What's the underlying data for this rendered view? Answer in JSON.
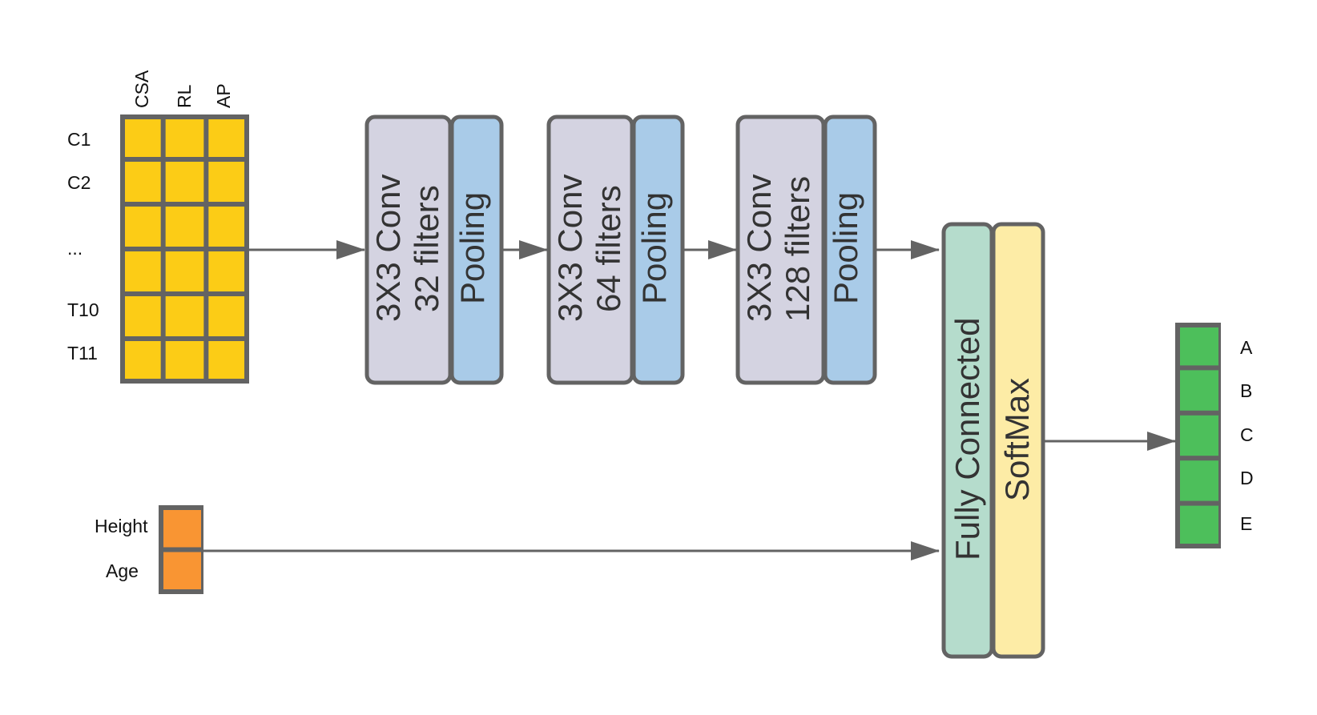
{
  "colors": {
    "stroke": "#636363",
    "input_cell": "#fccc16",
    "aux_cell": "#f99533",
    "conv": "#d4d3e1",
    "pooling": "#a9cbe8",
    "fully_connected": "#b5dccc",
    "softmax": "#fdeca6",
    "output_cell": "#4dbf5b"
  },
  "input_grid": {
    "column_labels": [
      "CSA",
      "RL",
      "AP"
    ],
    "row_labels": [
      "C1",
      "C2",
      "...",
      "T10",
      "T11"
    ],
    "rows": 6,
    "cols": 3
  },
  "conv_blocks": [
    {
      "conv_line1": "3X3 Conv",
      "conv_line2": "32 filters",
      "pool": "Pooling"
    },
    {
      "conv_line1": "3X3 Conv",
      "conv_line2": "64 filters",
      "pool": "Pooling"
    },
    {
      "conv_line1": "3X3 Conv",
      "conv_line2": "128 filters",
      "pool": "Pooling"
    }
  ],
  "aux_input": {
    "labels": [
      "Height",
      "Age"
    ]
  },
  "dense": {
    "fc_label": "Fully Connected",
    "softmax_label": "SoftMax"
  },
  "output": {
    "labels": [
      "A",
      "B",
      "C",
      "D",
      "E"
    ]
  }
}
